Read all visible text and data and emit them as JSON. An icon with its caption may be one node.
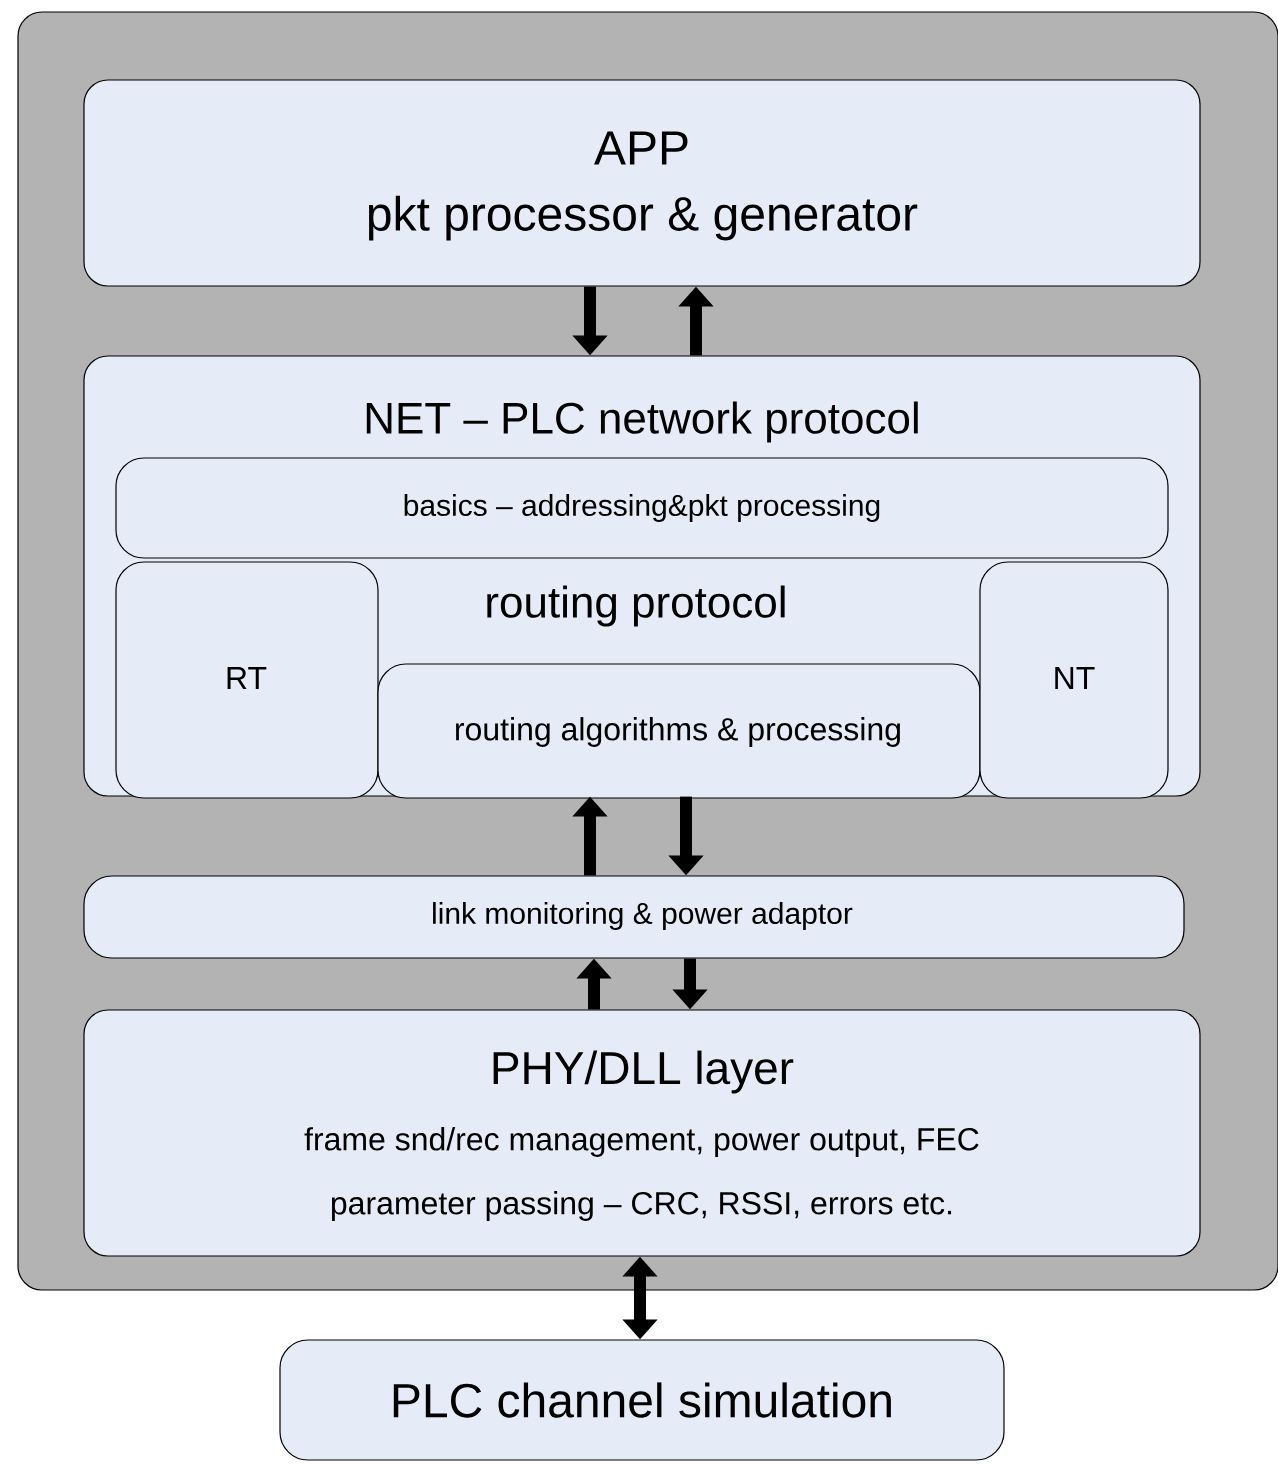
{
  "diagram": {
    "nodes": [
      {
        "text": [],
        "shape": "box"
      },
      {
        "text": [
          "APP",
          "pkt processor & generator"
        ],
        "in": 0
      },
      {
        "text": [
          "NET – PLC network protocol"
        ],
        "in": 0
      },
      {
        "text": [
          "basics – addressing&pkt processing"
        ],
        "in": 2
      },
      {
        "text": [
          "RT"
        ],
        "in": 2
      },
      {
        "text": [
          "routing algorithms & processing"
        ],
        "in": 2
      },
      {
        "text": [
          "NT"
        ],
        "in": 2
      },
      {
        "text": [
          "link monitoring & power adaptor"
        ],
        "in": 0
      },
      {
        "text": [
          "PHY/DLL layer",
          "frame snd/rec management, power output, FEC",
          "parameter passing – CRC, RSSI, errors etc."
        ],
        "in": 0
      },
      {
        "text": [
          "PLC channel simulation"
        ]
      }
    ],
    "edges": [
      {
        "from": 1,
        "to": 2,
        "arrow": "to"
      },
      {
        "from": 2,
        "to": 1,
        "arrow": "to"
      },
      {
        "from": 7,
        "to": 2,
        "arrow": "to"
      },
      {
        "from": 2,
        "to": 7,
        "arrow": "to"
      },
      {
        "from": 8,
        "to": 7,
        "arrow": "to"
      },
      {
        "from": 7,
        "to": 8,
        "arrow": "to"
      },
      {
        "from": 8,
        "to": 9,
        "arrow": "both"
      }
    ],
    "labels": [
      "routing protocol"
    ]
  }
}
